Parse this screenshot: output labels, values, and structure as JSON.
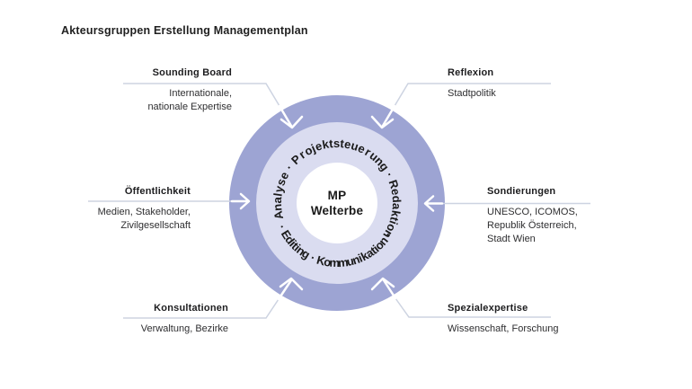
{
  "title": "Akteursgruppen Erstellung Managementplan",
  "center": {
    "line1": "MP",
    "line2": "Welterbe"
  },
  "ring": {
    "upper_text": "Analyse · Projektsteuerung · Redaktion",
    "lower_text": "· Editing · Kommunikation ·",
    "upper_start_deg": 196,
    "upper_end_deg": -35,
    "lower_start_deg": 202,
    "lower_end_deg": 330,
    "upper_baseline_r": 62,
    "lower_baseline_r": 71
  },
  "colors": {
    "outer_ring": "#9da4d3",
    "inner_ring": "#dadcf0",
    "connector": "#cdd3e1",
    "arrow": "#ffffff",
    "text": "#1d1d1f"
  },
  "groups": [
    {
      "id": "sounding-board",
      "label": "Sounding Board",
      "lines": [
        "Internationale,",
        "nationale Expertise"
      ]
    },
    {
      "id": "reflexion",
      "label": "Reflexion",
      "lines": [
        "Stadtpolitik"
      ]
    },
    {
      "id": "oeffentlichkeit",
      "label": "Öffentlichkeit",
      "lines": [
        "Medien, Stakeholder,",
        "Zivilgesellschaft"
      ]
    },
    {
      "id": "sondierungen",
      "label": "Sondierungen",
      "lines": [
        "UNESCO, ICOMOS,",
        "Republik Österreich,",
        "Stadt Wien"
      ]
    },
    {
      "id": "konsultationen",
      "label": "Konsultationen",
      "lines": [
        "Verwaltung, Bezirke"
      ]
    },
    {
      "id": "spezialexpertise",
      "label": "Spezialexpertise",
      "lines": [
        "Wissenschaft, Forschung"
      ]
    }
  ]
}
